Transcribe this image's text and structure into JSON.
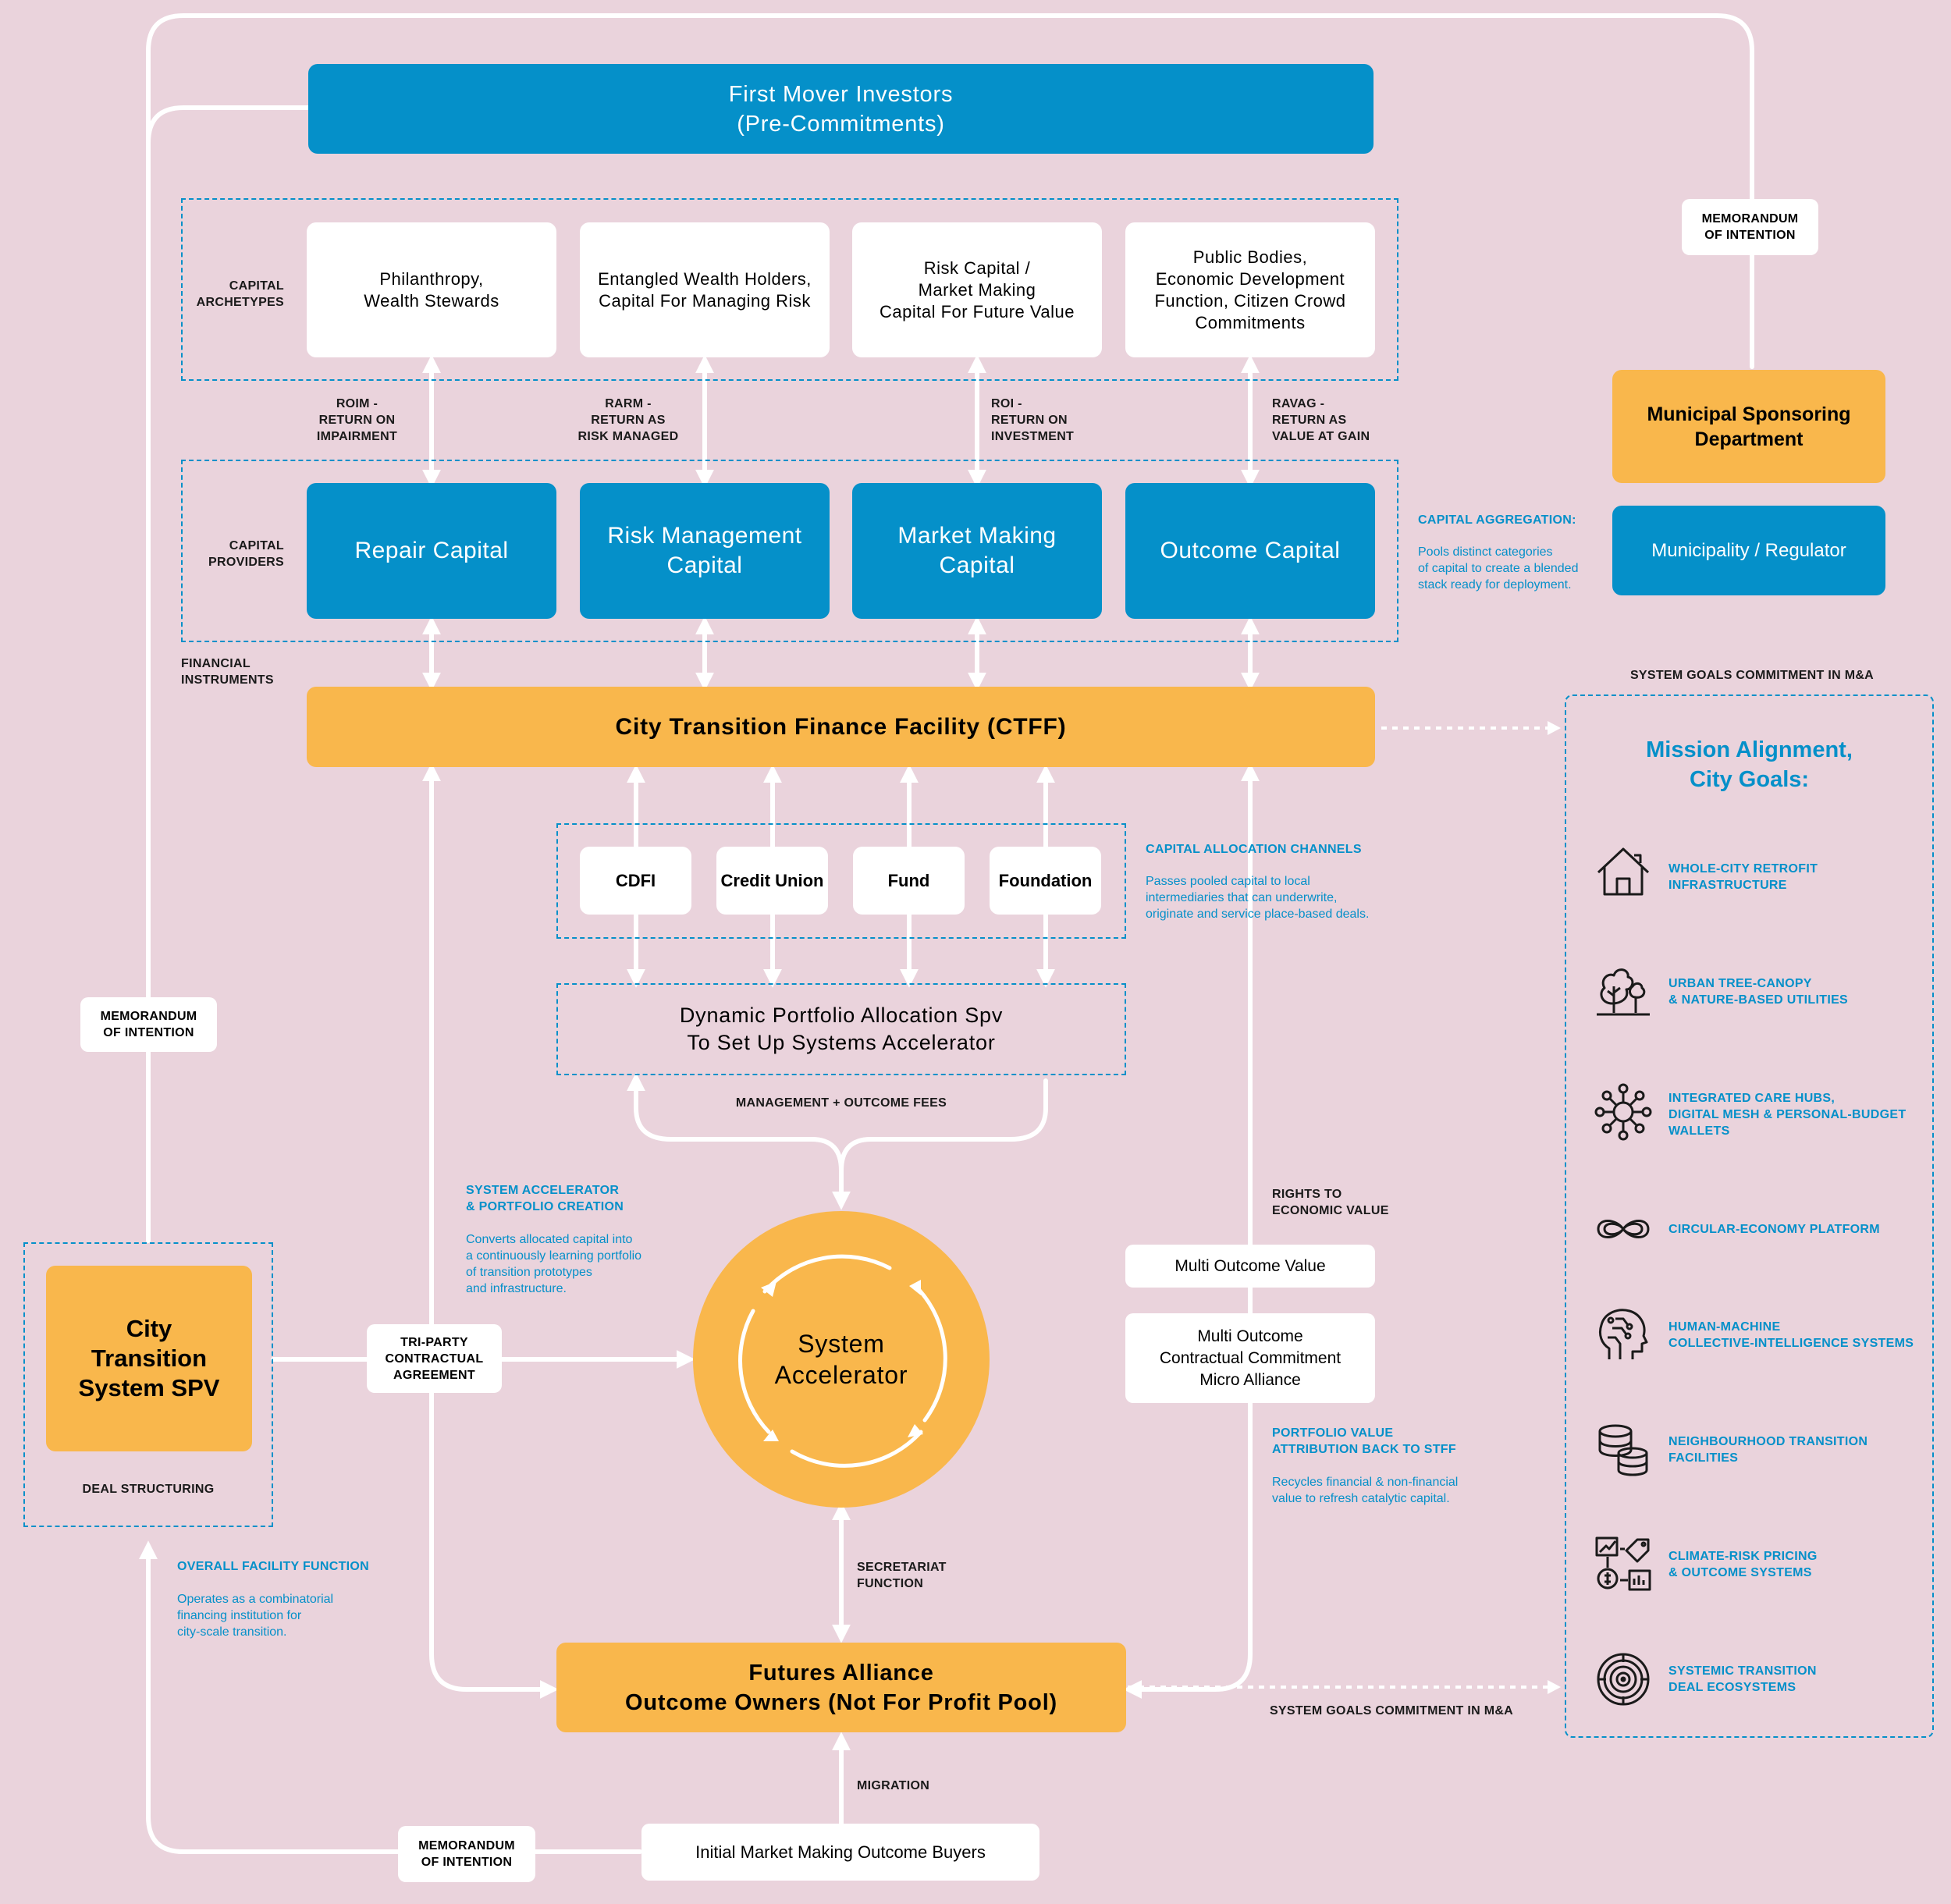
{
  "header": {
    "first_mover": "First Mover Investors\n(Pre-Commitments)"
  },
  "capital_archetypes": {
    "label": "CAPITAL\nARCHETYPES",
    "items": [
      "Philanthropy,\nWealth Stewards",
      "Entangled Wealth Holders,\nCapital For Managing Risk",
      "Risk Capital /\nMarket Making\nCapital For Future Value",
      "Public Bodies,\nEconomic Development\nFunction, Citizen Crowd\nCommitments"
    ]
  },
  "returns": [
    "ROIM -\nRETURN ON\nIMPAIRMENT",
    "RARM -\nRETURN AS\nRISK MANAGED",
    "ROI -\nRETURN ON\nINVESTMENT",
    "RAVAG -\nRETURN AS\nVALUE AT GAIN"
  ],
  "capital_providers": {
    "label": "CAPITAL\nPROVIDERS",
    "items": [
      "Repair Capital",
      "Risk Management\nCapital",
      "Market Making\nCapital",
      "Outcome Capital"
    ]
  },
  "financial_instruments": "FINANCIAL\nINSTRUMENTS",
  "ctff": "City Transition Finance Facility (CTFF)",
  "channels": [
    "CDFI",
    "Credit Union",
    "Fund",
    "Foundation"
  ],
  "capital_allocation": {
    "title": "CAPITAL ALLOCATION CHANNELS",
    "desc": "Passes pooled capital to local\nintermediaries that can underwrite,\noriginate and service place-based deals."
  },
  "dynamic_portfolio": "Dynamic Portfolio Allocation Spv\nTo Set Up Systems Accelerator",
  "management_fees": "MANAGEMENT + OUTCOME FEES",
  "system_accelerator": "System\nAccelerator",
  "system_accelerator_note": {
    "title": "SYSTEM ACCELERATOR\n& PORTFOLIO CREATION",
    "desc": "Converts allocated capital into\na continuously learning portfolio\nof transition prototypes\nand infrastructure."
  },
  "tri_party": "TRI-PARTY\nCONTRACTUAL\nAGREEMENT",
  "city_spv": {
    "title": "City\nTransition\nSystem SPV",
    "caption": "DEAL STRUCTURING"
  },
  "memorandum": "MEMORANDUM\nOF INTENTION",
  "overall_facility": {
    "title": "OVERALL FACILITY FUNCTION",
    "desc": "Operates as a combinatorial\nfinancing institution for\ncity-scale transition."
  },
  "futures_alliance": "Futures Alliance\nOutcome Owners (Not For Profit Pool)",
  "secretariat": "SECRETARIAT\nFUNCTION",
  "migration": "MIGRATION",
  "initial_buyers": "Initial Market Making Outcome Buyers",
  "rights_to_value": "RIGHTS TO\nECONOMIC VALUE",
  "multi_outcome_value": "Multi Outcome Value",
  "multi_outcome_commitment": "Multi Outcome\nContractual Commitment\nMicro Alliance",
  "portfolio_value": {
    "title": "PORTFOLIO VALUE\nATTRIBUTION BACK TO STFF",
    "desc": "Recycles financial & non-financial\nvalue to refresh catalytic capital."
  },
  "capital_aggregation": {
    "title": "CAPITAL AGGREGATION:",
    "desc": "Pools distinct categories\nof capital to create a blended\nstack ready for deployment."
  },
  "municipal_sponsoring": "Municipal Sponsoring\nDepartment",
  "municipality": "Municipality  / Regulator",
  "system_goals_label": "SYSTEM GOALS COMMITMENT IN M&A",
  "mission": {
    "title": "Mission Alignment,\nCity Goals:",
    "goals": [
      {
        "icon": "house-icon",
        "text": "WHOLE-CITY RETROFIT\nINFRASTRUCTURE"
      },
      {
        "icon": "tree-icon",
        "text": "URBAN TREE-CANOPY\n& NATURE-BASED UTILITIES"
      },
      {
        "icon": "network-hub-icon",
        "text": "INTEGRATED CARE HUBS,\nDIGITAL MESH & PERSONAL-BUDGET\nWALLETS"
      },
      {
        "icon": "infinity-icon",
        "text": "CIRCULAR-ECONOMY PLATFORM"
      },
      {
        "icon": "human-machine-head-icon",
        "text": "HUMAN-MACHINE\nCOLLECTIVE-INTELLIGENCE SYSTEMS"
      },
      {
        "icon": "database-stack-icon",
        "text": "NEIGHBOURHOOD TRANSITION\nFACILITIES"
      },
      {
        "icon": "climate-pricing-icon",
        "text": "CLIMATE-RISK PRICING\n& OUTCOME SYSTEMS"
      },
      {
        "icon": "target-ecosystem-icon",
        "text": "SYSTEMIC TRANSITION\nDEAL ECOSYSTEMS"
      }
    ]
  },
  "colors": {
    "background": "#ead3dc",
    "blue": "#0590c9",
    "orange": "#f9b74c",
    "white": "#ffffff"
  }
}
